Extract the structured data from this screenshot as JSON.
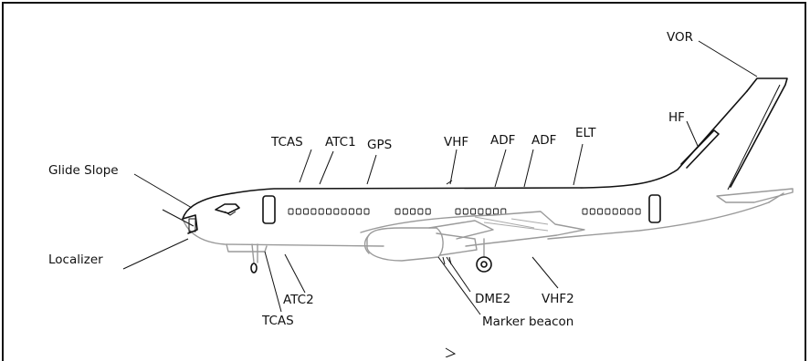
{
  "labels": {
    "vor": "VOR",
    "hf": "HF",
    "tcas_top": "TCAS",
    "atc1": "ATC1",
    "gps": "GPS",
    "vhf": "VHF",
    "adf1": "ADF",
    "adf2": "ADF",
    "elt": "ELT",
    "glide_slope": "Glide Slope",
    "localizer": "Localizer",
    "atc2": "ATC2",
    "tcas_bottom": "TCAS",
    "dme2": "DME2",
    "vhf2": "VHF2",
    "marker_beacon": "Marker beacon"
  }
}
